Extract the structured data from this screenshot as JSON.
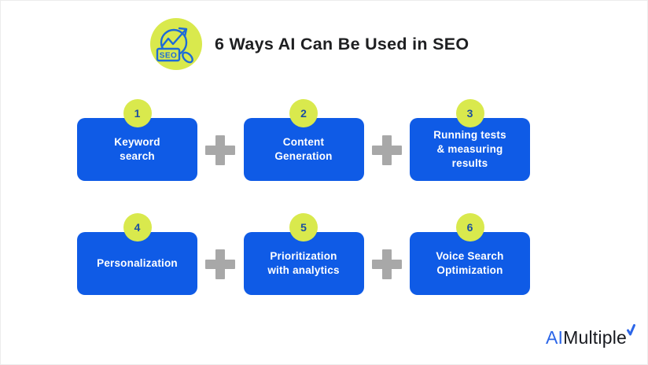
{
  "colors": {
    "blue": "#0f5be6",
    "green": "#d9e94d",
    "plus_gray": "#a8a8a8",
    "badge_number": "#1b4fa0",
    "icon_stroke": "#1d6bd8",
    "title_text": "#1e1f21",
    "logo_ai_blue": "#2c66e8",
    "logo_dark": "#17191f",
    "box_text": "#ffffff"
  },
  "header": {
    "title": "6 Ways AI Can Be Used in SEO",
    "icon_label": "SEO"
  },
  "grid": {
    "plus_symbol": "+",
    "items": [
      {
        "number": "1",
        "label": "Keyword search",
        "lines": [
          "Keyword",
          "search"
        ]
      },
      {
        "number": "2",
        "label": "Content Generation",
        "lines": [
          "Content",
          "Generation"
        ]
      },
      {
        "number": "3",
        "label": "Running tests & measuring results",
        "lines": [
          "Running tests",
          "& measuring",
          "results"
        ]
      },
      {
        "number": "4",
        "label": "Personalization",
        "lines": [
          "Personalization"
        ]
      },
      {
        "number": "5",
        "label": "Prioritization with analytics",
        "lines": [
          "Prioritization",
          "with analytics"
        ]
      },
      {
        "number": "6",
        "label": "Voice Search Optimization",
        "lines": [
          "Voice Search",
          "Optimization"
        ]
      }
    ]
  },
  "footer": {
    "logo_part_ai": "AI",
    "logo_part_multiple": "Multiple"
  }
}
